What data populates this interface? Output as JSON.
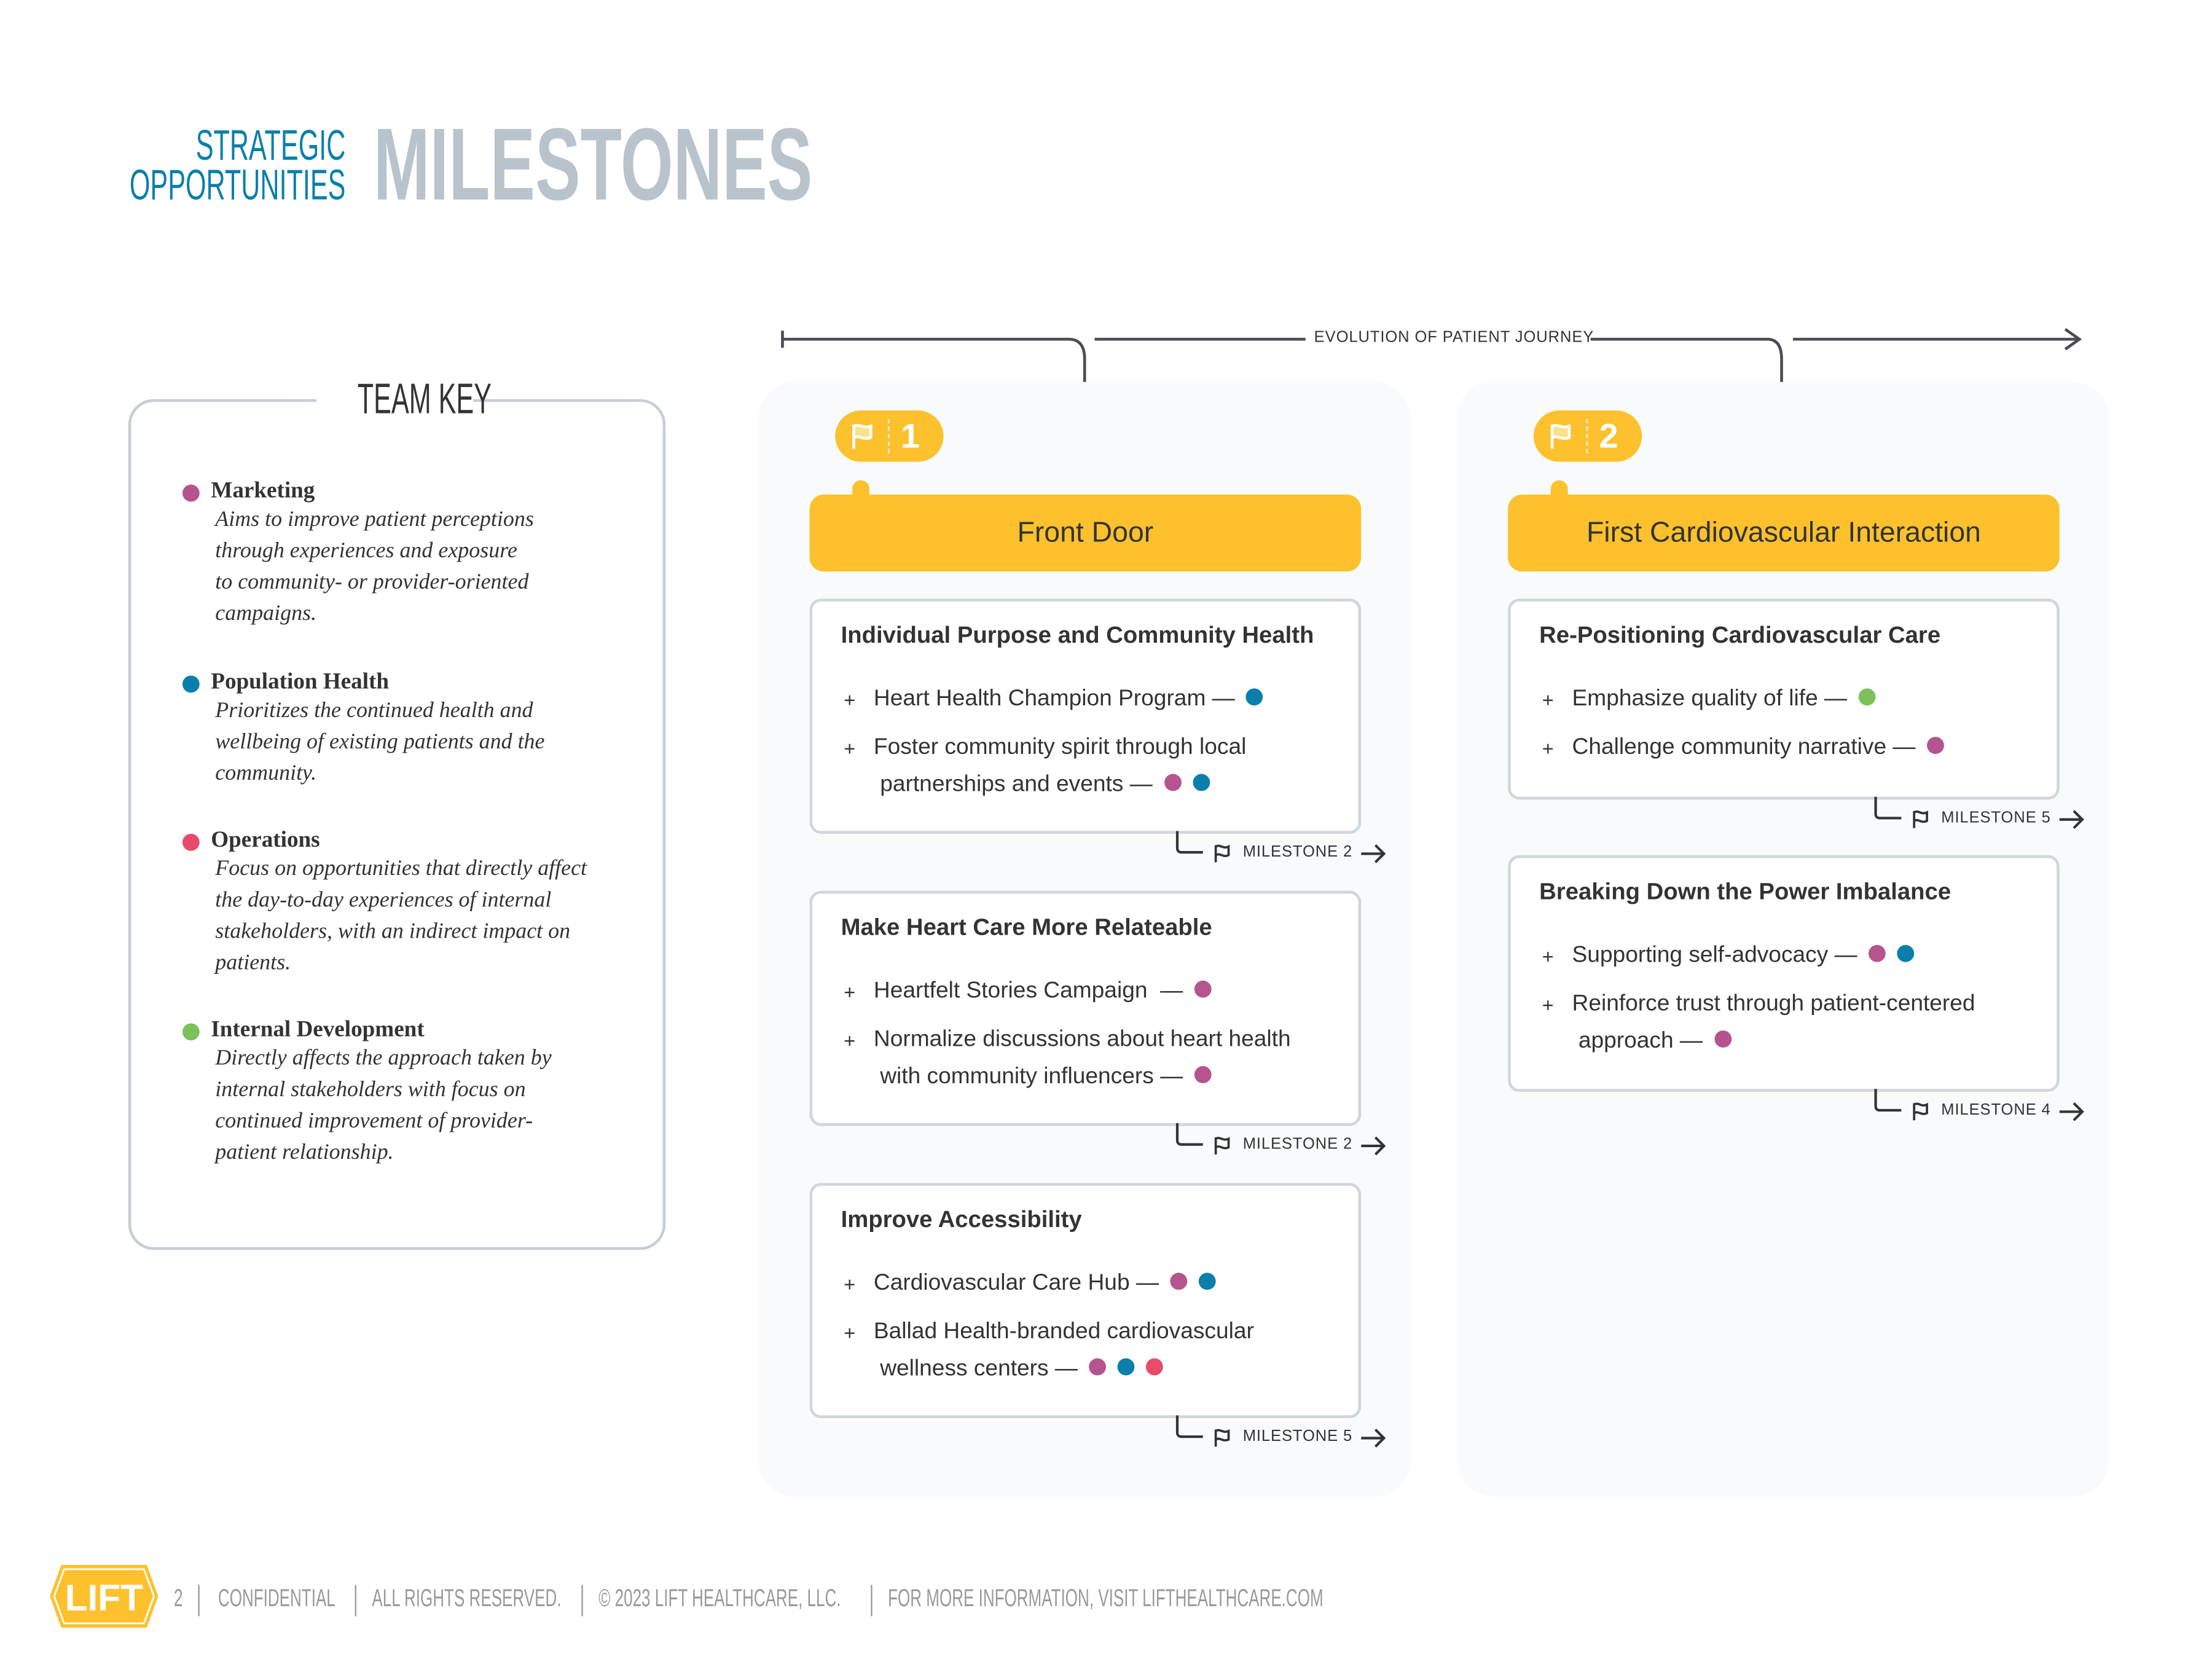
{
  "header": {
    "kicker_line1": "STRATEGIC",
    "kicker_line2": "OPPORTUNITIES",
    "title": "MILESTONES"
  },
  "colors": {
    "brand_blue": "#0a7fac",
    "title_gray": "#b8c3cc",
    "accent_yellow": "#fcc12d"
  },
  "team_key": {
    "title": "TEAM KEY",
    "teams": [
      {
        "id": "marketing",
        "name": "Marketing",
        "color": "#b5548f",
        "description": "Aims to improve patient perceptions\nthrough experiences and exposure\nto community- or provider-oriented\ncampaigns."
      },
      {
        "id": "population",
        "name": "Population Health",
        "color": "#0a7fac",
        "description": "Prioritizes the continued health and\nwellbeing of existing patients and the\ncommunity."
      },
      {
        "id": "operations",
        "name": "Operations",
        "color": "#e84a6b",
        "description": "Focus on opportunities that directly affect\nthe day-to-day experiences of internal\nstakeholders, with an indirect impact on\npatients."
      },
      {
        "id": "internal",
        "name": "Internal Development",
        "color": "#7cc15a",
        "description": "Directly affects the approach taken by\ninternal stakeholders with focus on\ncontinued improvement of provider-\npatient relationship."
      }
    ]
  },
  "timeline": {
    "label": "EVOLUTION OF PATIENT JOURNEY"
  },
  "milestones": [
    {
      "number": "1",
      "title": "Front Door",
      "cards": [
        {
          "title": "Individual Purpose and Community Health",
          "next": "MILESTONE 2",
          "items": [
            {
              "text": "Heart Health Champion Program —",
              "teams": [
                "population"
              ]
            },
            {
              "text": "Foster community spirit through local\n partnerships and events —",
              "teams": [
                "marketing",
                "population"
              ]
            }
          ]
        },
        {
          "title": "Make Heart Care More Relateable",
          "next": "MILESTONE 2",
          "items": [
            {
              "text": "Heartfelt Stories Campaign  —",
              "teams": [
                "marketing"
              ]
            },
            {
              "text": "Normalize discussions about heart health\n with community influencers —",
              "teams": [
                "marketing"
              ]
            }
          ]
        },
        {
          "title": "Improve Accessibility",
          "next": "MILESTONE 5",
          "items": [
            {
              "text": "Cardiovascular Care Hub —",
              "teams": [
                "marketing",
                "population"
              ]
            },
            {
              "text": "Ballad Health-branded cardiovascular\n wellness centers —",
              "teams": [
                "marketing",
                "population",
                "operations"
              ]
            }
          ]
        }
      ]
    },
    {
      "number": "2",
      "title": "First Cardiovascular Interaction",
      "cards": [
        {
          "title": "Re-Positioning Cardiovascular Care",
          "next": "MILESTONE 5",
          "items": [
            {
              "text": "Emphasize quality of life —",
              "teams": [
                "internal"
              ]
            },
            {
              "text": "Challenge community narrative —",
              "teams": [
                "marketing"
              ]
            }
          ]
        },
        {
          "title": "Breaking Down the Power Imbalance",
          "next": "MILESTONE 4",
          "items": [
            {
              "text": "Supporting self-advocacy —",
              "teams": [
                "marketing",
                "population"
              ]
            },
            {
              "text": "Reinforce trust through patient-centered\n approach —",
              "teams": [
                "marketing"
              ]
            }
          ]
        }
      ]
    }
  ],
  "footer": {
    "logo_text": "LIFT",
    "page": "2",
    "confidential": "CONFIDENTIAL",
    "rights": "ALL RIGHTS RESERVED.",
    "copyright": "© 2023 LIFT HEALTHCARE, LLC.",
    "info": "FOR MORE INFORMATION, VISIT LIFTHEALTHCARE.COM"
  }
}
